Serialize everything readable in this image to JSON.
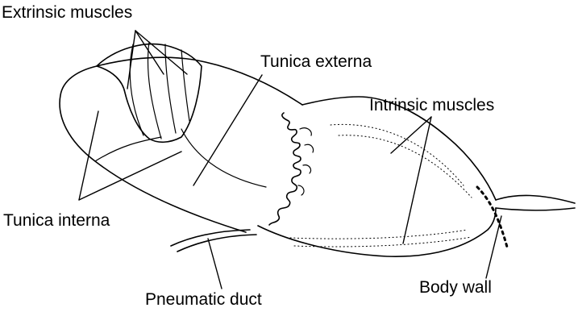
{
  "labels": {
    "extrinsic_muscles": "Extrinsic muscles",
    "tunica_externa": "Tunica externa",
    "intrinsic_muscles": "Intrinsic muscles",
    "tunica_interna": "Tunica interna",
    "body_wall": "Body wall",
    "pneumatic_duct": "Pneumatic duct"
  },
  "colors": {
    "line": "#000000",
    "background": "#ffffff"
  }
}
